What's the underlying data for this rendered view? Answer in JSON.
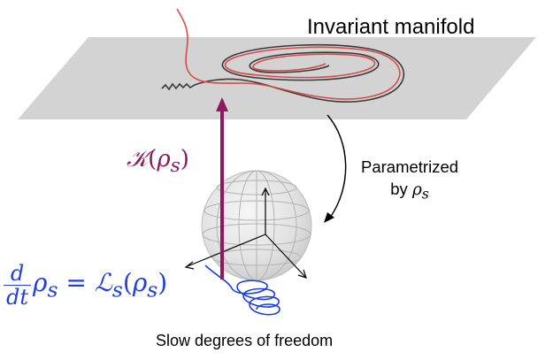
{
  "labels": {
    "manifold": "Invariant manifold",
    "param_line1": "Parametrized",
    "param_line2_prefix": "by ",
    "param_symbol": "ρ",
    "param_subscript": "s",
    "slow": "Slow degrees of freedom",
    "kmap_symbol": "𝒦",
    "kmap_open": "(",
    "kmap_rho": "ρ",
    "kmap_sub": "s",
    "kmap_close": ")",
    "eq_num": "d",
    "eq_den": "dt",
    "eq_rho": "ρ",
    "eq_sub1": "s",
    "eq_equals": " = ",
    "eq_L": "ℒ",
    "eq_sub2": "s",
    "eq_open": "(",
    "eq_rho2": "ρ",
    "eq_sub3": "s",
    "eq_close": ")"
  },
  "colors": {
    "plane": "#d3d3d3",
    "trajectory_red": "#d94a4a",
    "trajectory_dark": "#3a3a3a",
    "embedding_arrow": "#8b1a5e",
    "slow_trajectory": "#1f3fe0",
    "sphere": "#e2e2e2",
    "sphere_grid": "#b0b0b0",
    "axes": "#000000"
  }
}
